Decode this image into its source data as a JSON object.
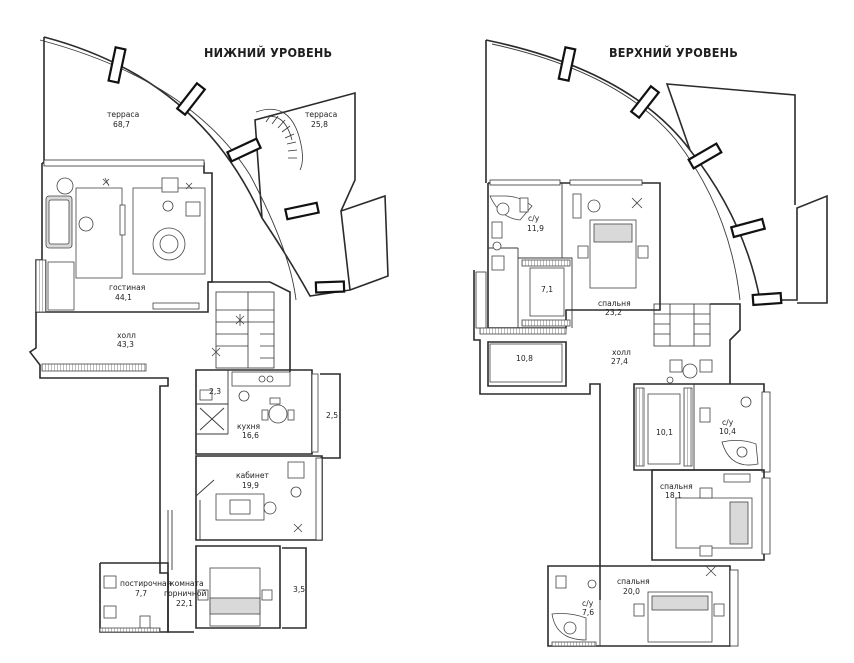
{
  "levels": {
    "lower": {
      "title": "НИЖНИЙ УРОВЕНЬ",
      "rooms": {
        "terrace_big": {
          "name": "терраса",
          "area": "68,7"
        },
        "terrace_small": {
          "name": "терраса",
          "area": "25,8"
        },
        "living": {
          "name": "гостиная",
          "area": "44,1"
        },
        "hall": {
          "name": "холл",
          "area": "43,3"
        },
        "wc": {
          "area": "2,3"
        },
        "kitchen": {
          "name": "кухня",
          "area": "16,6"
        },
        "storage_a": {
          "area": "2,5"
        },
        "cabinet": {
          "name": "кабинет",
          "area": "19,9"
        },
        "laundry": {
          "name": "постирочная",
          "area": "7,7"
        },
        "maid": {
          "name": "комната",
          "name2": "горничной",
          "area": "22,1"
        },
        "storage_b": {
          "area": "3,5"
        }
      }
    },
    "upper": {
      "title": "ВЕРХНИЙ УРОВЕНЬ",
      "rooms": {
        "bath1": {
          "name": "с/у",
          "area": "11,9"
        },
        "dress1": {
          "area": "7,1"
        },
        "bed1": {
          "name": "спальня",
          "area": "23,2"
        },
        "room108": {
          "area": "10,8"
        },
        "hall": {
          "name": "холл",
          "area": "27,4"
        },
        "dress2": {
          "area": "10,1"
        },
        "bath2": {
          "name": "с/у",
          "area": "10,4"
        },
        "bed2": {
          "name": "спальня",
          "area": "18,1"
        },
        "bed3": {
          "name": "спальня",
          "area": "20,0"
        },
        "bath3": {
          "name": "с/у",
          "area": "7,6"
        }
      }
    }
  }
}
